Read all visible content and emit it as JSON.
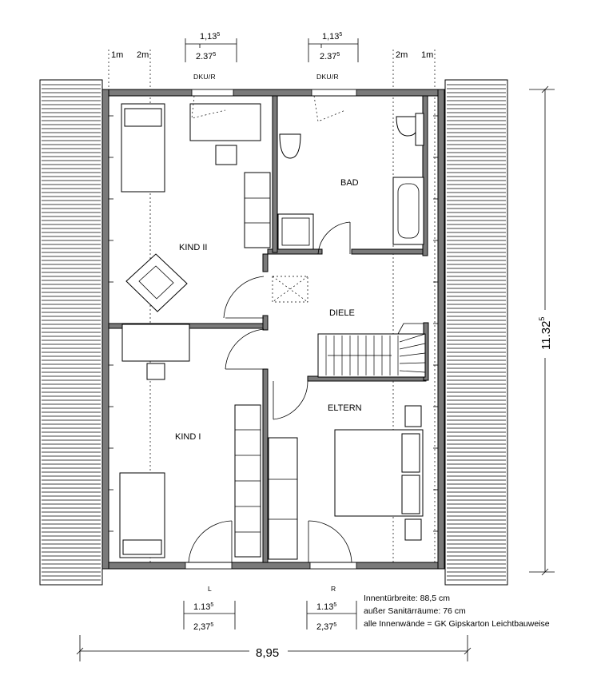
{
  "rooms": {
    "kind2": "KIND II",
    "bad": "BAD",
    "diele": "DIELE",
    "eltern": "ELTERN",
    "kind1": "KIND I"
  },
  "top": {
    "guide_1m_left": "1m",
    "guide_2m_left": "2m",
    "guide_2m_right": "2m",
    "guide_1m_right": "1m",
    "window_left_label": "DKU/R",
    "window_right_label": "DKU/R",
    "dim_left_inner": "1,13",
    "dim_left_inner_sup": "5",
    "dim_left_outer": "2.37",
    "dim_left_outer_sup": "5",
    "dim_right_inner": "1,13",
    "dim_right_inner_sup": "5",
    "dim_right_outer": "2.37",
    "dim_right_outer_sup": "5"
  },
  "bottom": {
    "label_left": "L",
    "label_right": "R",
    "dim_left_inner": "1.13",
    "dim_left_inner_sup": "5",
    "dim_left_outer": "2,37",
    "dim_left_outer_sup": "5",
    "dim_right_inner": "1.13",
    "dim_right_inner_sup": "5",
    "dim_right_outer": "2,37",
    "dim_right_outer_sup": "5",
    "width_total": "8,95"
  },
  "height_dim": {
    "value": "11.32",
    "sup": "5"
  },
  "notes": [
    "Innentürbreite: 88,5 cm",
    "außer Sanitärräume: 76 cm",
    "alle Innenwände = GK Gipskarton Leichtbauweise"
  ]
}
